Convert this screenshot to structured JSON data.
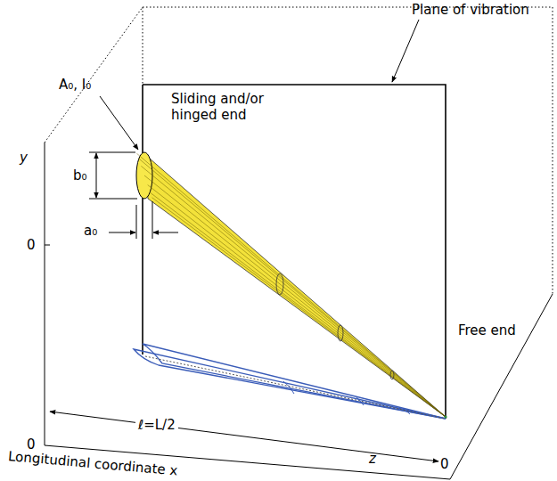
{
  "diagram": {
    "labels": [
      "Plane of vibration",
      "A₀, I₀",
      "Sliding and/or hinged end",
      "y",
      "0",
      "b₀",
      "a₀",
      "Free end",
      "0",
      "ℓ=L/2",
      "Longitudinal coordinate x",
      "z",
      "0"
    ]
  }
}
